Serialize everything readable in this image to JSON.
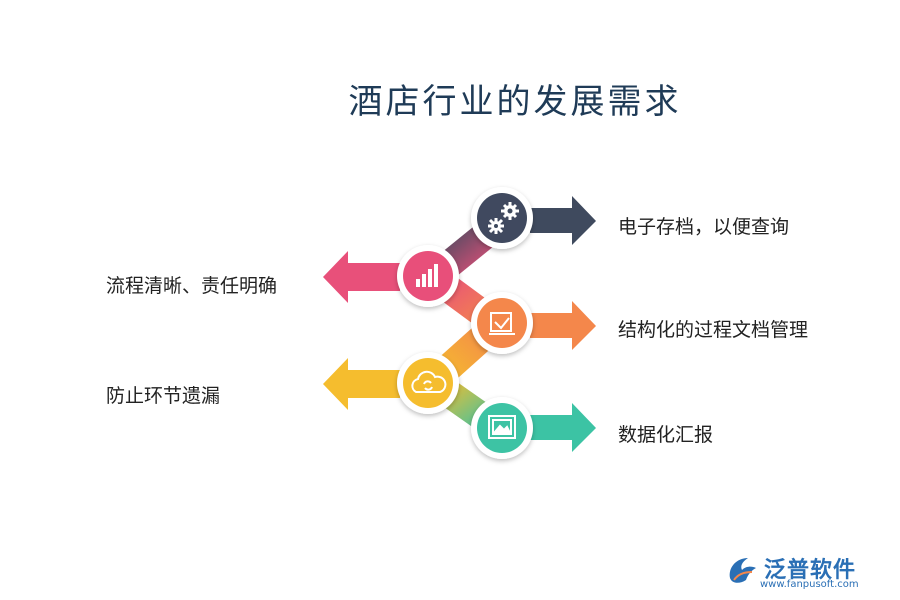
{
  "title": "酒店行业的发展需求",
  "items": [
    {
      "label": "电子存档，以便查询",
      "color": "#3f4a5e",
      "icon": "gears-icon"
    },
    {
      "label": "流程清晰、责任明确",
      "color": "#e8507a",
      "icon": "bar-chart-icon"
    },
    {
      "label": "结构化的过程文档管理",
      "color": "#f4874b",
      "icon": "document-icon"
    },
    {
      "label": "防止环节遗漏",
      "color": "#f5bd2e",
      "icon": "cloud-sync-icon"
    },
    {
      "label": "数据化汇报",
      "color": "#3cc3a4",
      "icon": "image-icon"
    }
  ],
  "logo": {
    "name": "泛普软件",
    "url": "www.fanpusoft.com"
  }
}
